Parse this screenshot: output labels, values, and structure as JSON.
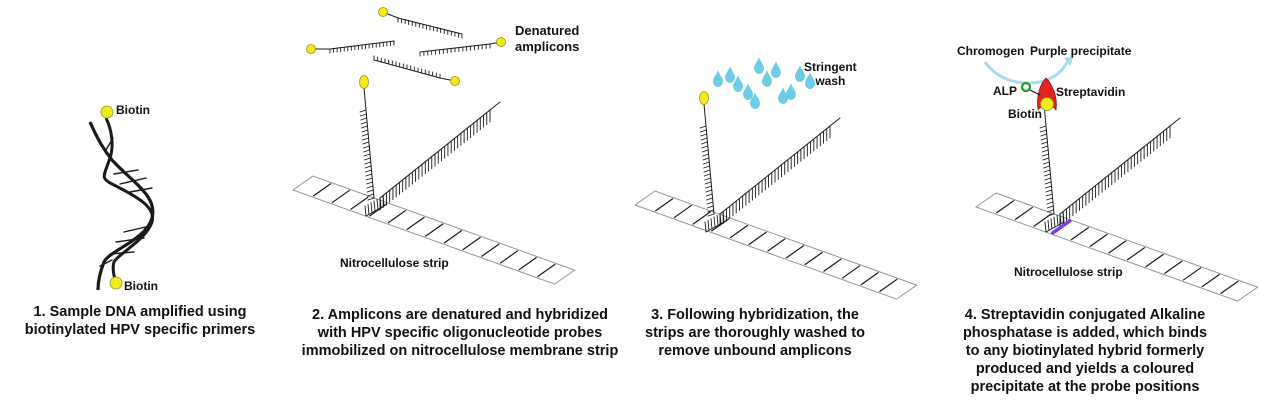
{
  "colors": {
    "biotin": "#f2ea1f",
    "strand": "#1a1a1a",
    "strip_outline": "#8a9a98",
    "water": "#6dcde6",
    "streptavidin": "#e4231f",
    "alp": "#2fa02f",
    "precipitate": "#7b3cf0",
    "arrow": "#a7dcef"
  },
  "panels": [
    {
      "step": 1,
      "labels": {
        "biotin_top": "Biotin",
        "biotin_bottom": "Biotin"
      },
      "caption": [
        "1. Sample DNA amplified using",
        "biotinylated HPV specific primers"
      ]
    },
    {
      "step": 2,
      "labels": {
        "denatured": [
          "Denatured",
          "amplicons"
        ],
        "strip": "Nitrocellulose strip"
      },
      "caption": [
        "2. Amplicons are denatured and hybridized",
        "with HPV specific oligonucleotide probes",
        "immobilized on nitrocellulose membrane strip"
      ]
    },
    {
      "step": 3,
      "labels": {
        "wash": [
          "Stringent",
          "wash"
        ]
      },
      "caption": [
        "3. Following hybridization, the",
        "strips are thoroughly washed to",
        "remove unbound amplicons"
      ]
    },
    {
      "step": 4,
      "labels": {
        "chromogen": "Chromogen",
        "purple": "Purple precipitate",
        "alp": "ALP",
        "streptavidin": "Streptavidin",
        "biotin": "Biotin",
        "strip": "Nitrocellulose strip"
      },
      "caption": [
        "4. Streptavidin conjugated Alkaline",
        "phosphatase is added, which binds",
        "to any biotinylated hybrid formerly",
        "produced and yields a coloured",
        "precipitate at the probe positions"
      ]
    }
  ]
}
